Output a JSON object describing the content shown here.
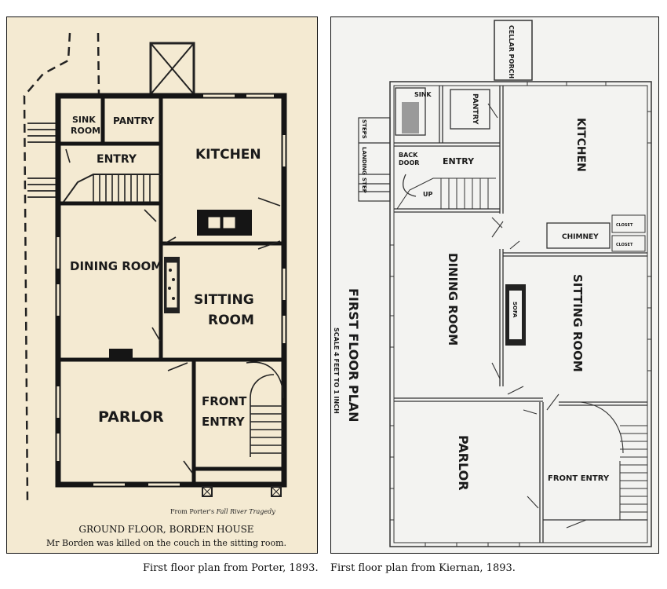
{
  "porter_plan": {
    "rooms": {
      "sink_room_line1": "SINK",
      "sink_room_line2": "ROOM",
      "pantry": "PANTRY",
      "entry": "ENTRY",
      "kitchen": "KITCHEN",
      "dining_room": "DINING ROOM",
      "sitting_room_line1": "SITTING",
      "sitting_room_line2": "ROOM",
      "parlor": "PARLOR",
      "front_entry_line1": "FRONT",
      "front_entry_line2": "ENTRY"
    },
    "credit_prefix": "From Porter's ",
    "credit_title": "Fall River Tragedy",
    "title": "GROUND FLOOR, BORDEN HOUSE",
    "note": "Mr Borden was killed on the couch in the sitting room."
  },
  "kiernan_plan": {
    "rooms": {
      "cellar_porch": "CELLAR PORCH",
      "sink": "SINK",
      "pantry": "PANTRY",
      "kitchen": "KITCHEN",
      "steps": "STEPS",
      "landing": "LANDING",
      "step": "STEP",
      "back_door_line1": "BACK",
      "back_door_line2": "DOOR",
      "entry": "ENTRY",
      "up": "UP",
      "chimney": "CHIMNEY",
      "closet": "CLOSET",
      "dining_room": "DINING ROOM",
      "sofa": "SOFA",
      "sitting_room": "SITTING ROOM",
      "parlor": "PARLOR",
      "front_entry": "FRONT ENTRY"
    },
    "title": "FIRST FLOOR PLAN",
    "scale": "SCALE 4 FEET TO 1 INCH"
  },
  "captions": {
    "left": "First floor plan from Porter, 1893.",
    "right": "First floor plan from Kiernan, 1893."
  }
}
